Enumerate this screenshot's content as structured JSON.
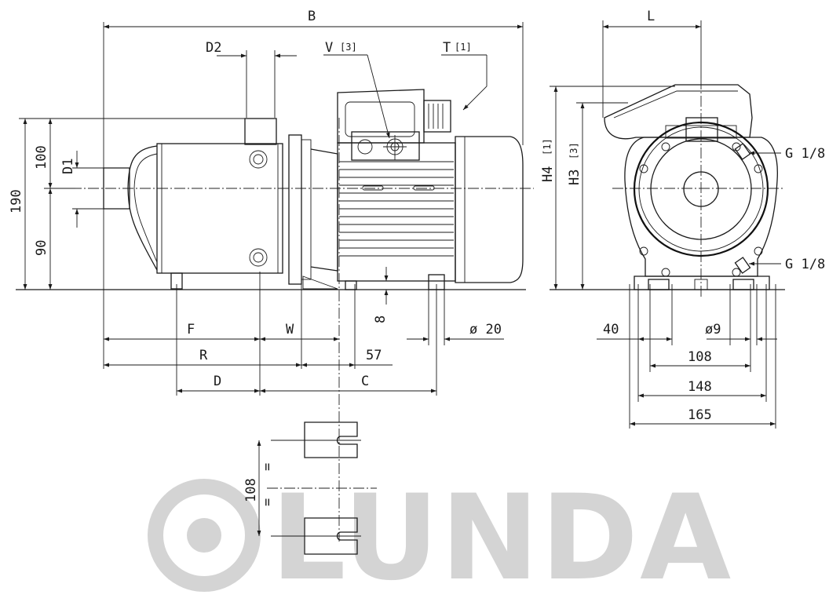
{
  "watermark": {
    "text": "LUNDA",
    "color": "#d4d4d4"
  },
  "labels": {
    "B": "B",
    "D2": "D2",
    "V3": "V",
    "V3_sup": "[3]",
    "T1": "T",
    "T1_sup": "[1]",
    "L": "L",
    "D1": "D1",
    "dim190": "190",
    "dim100": "100",
    "dim90": "90",
    "H4": "H4",
    "H4_sup": "[1]",
    "H3": "H3",
    "H3_sup": "[3]",
    "G18_top": "G 1/8",
    "G18_bottom": "G 1/8",
    "F": "F",
    "W": "W",
    "dim8": "8",
    "phi20": "ø 20",
    "R": "R",
    "dim57": "57",
    "D": "D",
    "C": "C",
    "dim40": "40",
    "phi9": "ø9",
    "dim108_front": "108",
    "dim148": "148",
    "dim165": "165",
    "dim108_foot": "108",
    "eq_mark": "="
  }
}
